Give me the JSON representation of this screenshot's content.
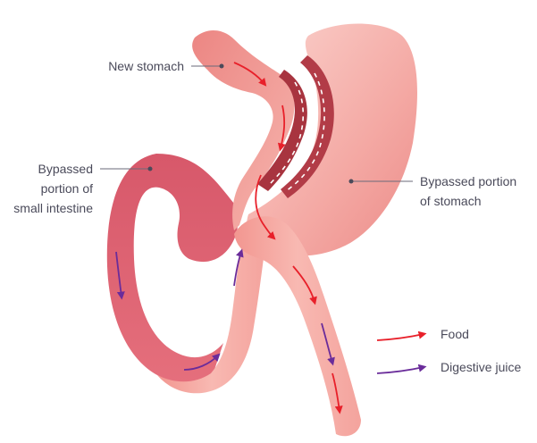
{
  "labels": {
    "new_stomach": "New stomach",
    "bypassed_intestine": [
      "Bypassed",
      "portion of",
      "small intestine"
    ],
    "bypassed_stomach": [
      "Bypassed portion",
      "of stomach"
    ]
  },
  "legend": {
    "food": "Food",
    "digestive_juice": "Digestive juice"
  },
  "colors": {
    "food_arrow": "#e8202a",
    "digestive_arrow": "#6a2c9a",
    "stomach_light": "#f6b3ae",
    "stomach_mid": "#ef8f8c",
    "intestine_dark": "#cf5a66",
    "staple_line": "#a8343f",
    "label_text": "#4a4a5a"
  }
}
